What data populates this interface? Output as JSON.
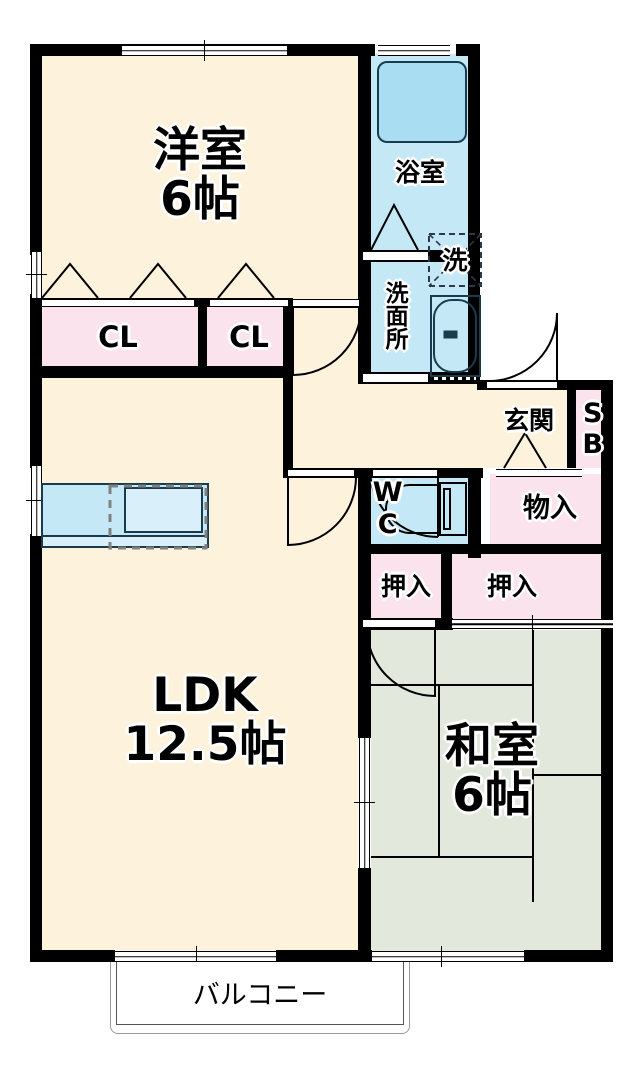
{
  "plan": {
    "type": "japanese-apartment-floor-plan",
    "layout_name": "2LDK",
    "rooms": [
      {
        "id": "yoshitsu",
        "label_main": "洋室",
        "label_sub": "6帖",
        "name": "western-style-room",
        "size_jo": 6,
        "fill": "#fdf2dc"
      },
      {
        "id": "ldk",
        "label_main": "LDK",
        "label_sub": "12.5帖",
        "name": "living-dining-kitchen",
        "size_jo": 12.5,
        "fill": "#fdf2dc"
      },
      {
        "id": "washitsu",
        "label_main": "和室",
        "label_sub": "6帖",
        "name": "japanese-style-tatami-room",
        "size_jo": 6,
        "fill": "#e2e8dc"
      },
      {
        "id": "yokushitsu",
        "label_main": "浴室",
        "label_sub": "",
        "name": "bathroom",
        "fill": "#c5e8f7"
      },
      {
        "id": "senmenjo",
        "label_main": "洗面所",
        "label_sub": "",
        "name": "washroom-vanity",
        "fill": "#c5e8f7"
      },
      {
        "id": "wc",
        "label_main": "WC",
        "label_sub": "",
        "name": "toilet",
        "fill": "#c5e8f7"
      },
      {
        "id": "genkan",
        "label_main": "玄関",
        "label_sub": "",
        "name": "entrance-hall",
        "fill": "#fdf2dc"
      },
      {
        "id": "corridor",
        "label_main": "",
        "label_sub": "",
        "name": "corridor",
        "fill": "#fdf2dc"
      }
    ],
    "storages": [
      {
        "id": "cl1",
        "label": "CL",
        "name": "closet-left",
        "fill": "#fbe3ee"
      },
      {
        "id": "cl2",
        "label": "CL",
        "name": "closet-right",
        "fill": "#fbe3ee"
      },
      {
        "id": "sb",
        "label": "SB",
        "name": "shoe-box",
        "fill": "#fbe3ee"
      },
      {
        "id": "monoire",
        "label": "物入",
        "name": "storage-closet",
        "fill": "#fbe3ee"
      },
      {
        "id": "oshiire1",
        "label": "押入",
        "name": "oshiire-closet-left",
        "fill": "#fbe3ee"
      },
      {
        "id": "oshiire2",
        "label": "押入",
        "name": "oshiire-closet-right",
        "fill": "#fbe3ee"
      }
    ],
    "fixtures": [
      {
        "id": "bathtub",
        "name": "bathtub-icon",
        "label": ""
      },
      {
        "id": "washer",
        "name": "washing-machine-slot-icon",
        "label": "洗"
      },
      {
        "id": "vanity",
        "name": "vanity-sink-icon",
        "label": ""
      },
      {
        "id": "toilet",
        "name": "toilet-icon",
        "label": ""
      },
      {
        "id": "kitchen",
        "name": "kitchen-counter-sink-icon",
        "label": ""
      }
    ],
    "balcony": {
      "label": "バルコニー",
      "name": "balcony"
    },
    "colors": {
      "wall": "#000000",
      "room_cream": "#fdf2dc",
      "tatami_green": "#e2e8dc",
      "water_blue": "#c5e8f7",
      "closet_pink": "#fbe3ee",
      "background": "#ffffff"
    }
  }
}
